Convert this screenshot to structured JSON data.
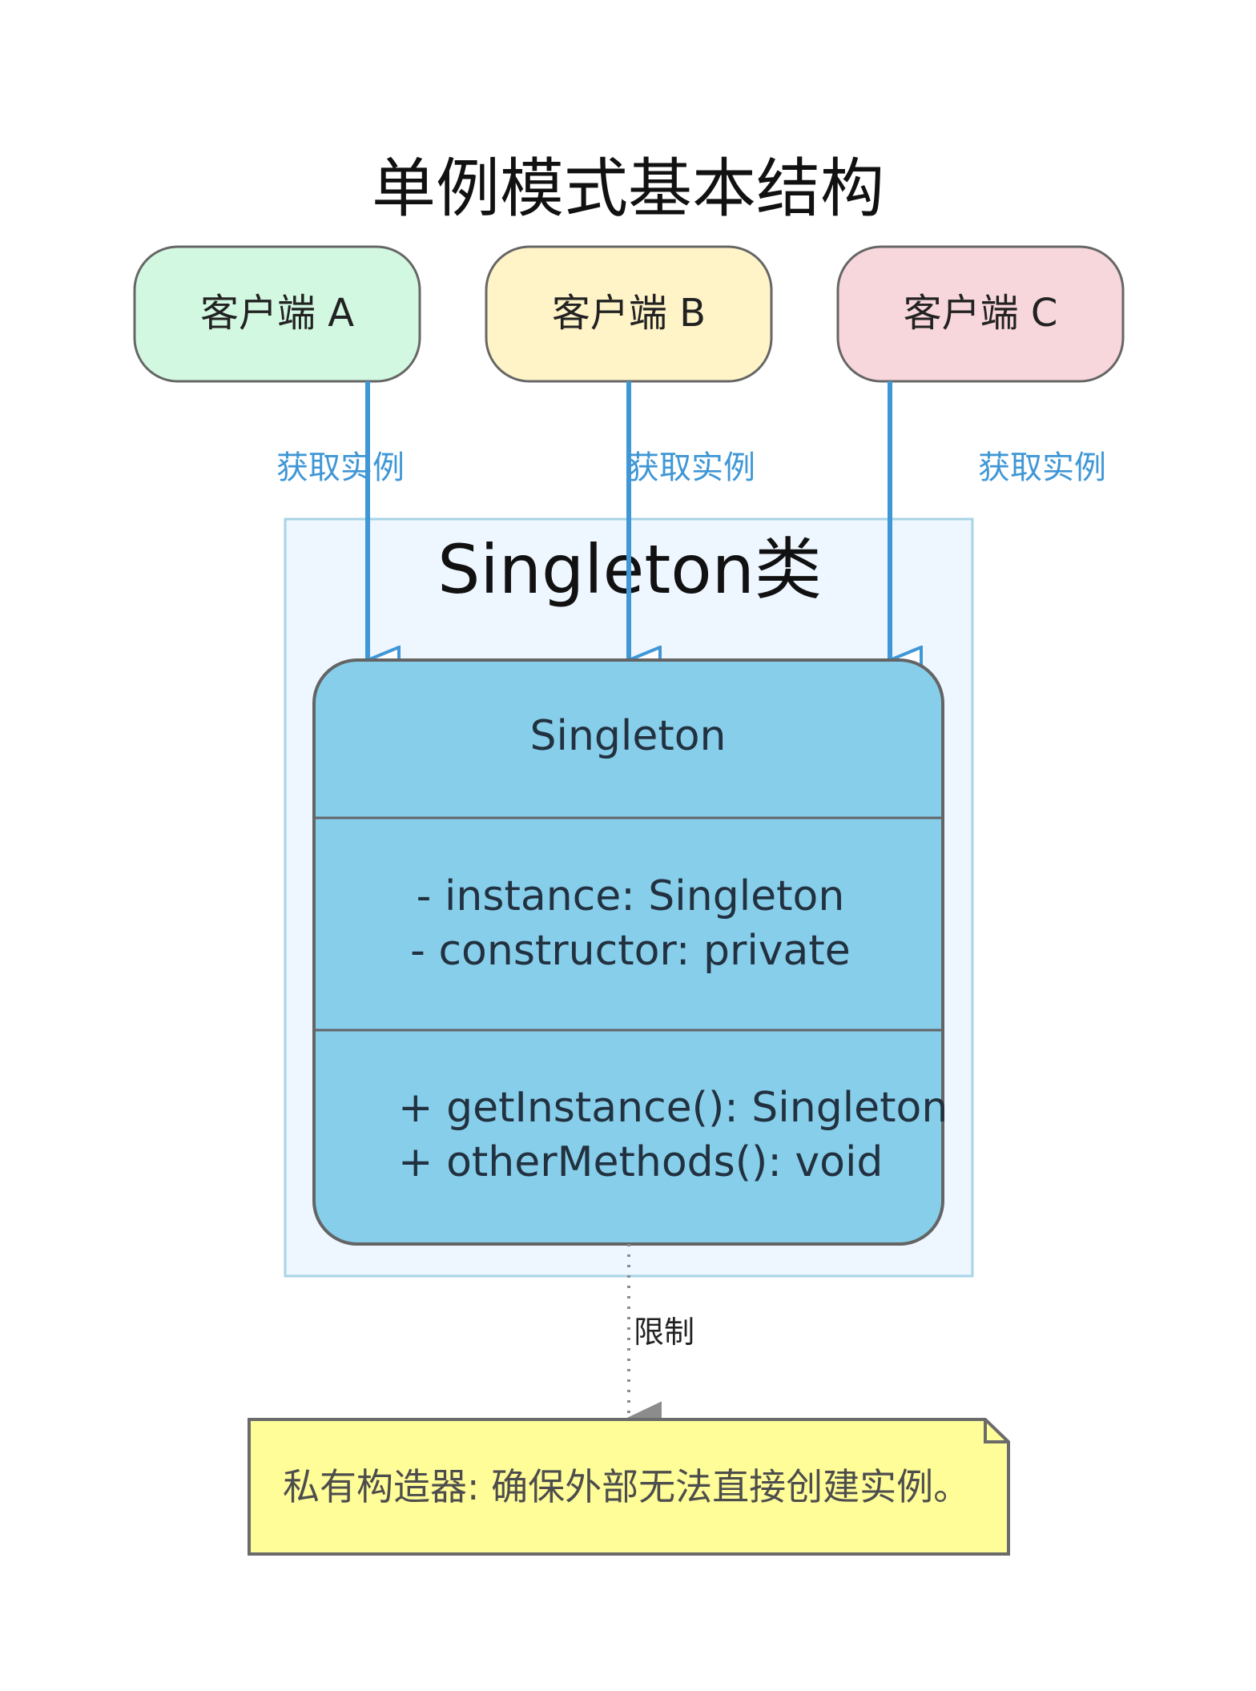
{
  "title": "单例模式基本结构",
  "clients": [
    {
      "label": "客户端 A",
      "fill": "#d3f8e2"
    },
    {
      "label": "客户端 B",
      "fill": "#fff4c7"
    },
    {
      "label": "客户端 C",
      "fill": "#f8d7dc"
    }
  ],
  "client_edge_label": "获取实例",
  "group": {
    "title": "Singleton类",
    "fill": "#eef6ff",
    "stroke": "#a7d4e6"
  },
  "class_box": {
    "name": "Singleton",
    "attributes": [
      "- instance: Singleton",
      "- constructor: private"
    ],
    "methods": [
      "+ getInstance(): Singleton",
      "+ otherMethods(): void"
    ],
    "fill": "#87ceeb",
    "stroke": "#646464"
  },
  "restriction": {
    "label": "限制"
  },
  "note": {
    "text": "私有构造器: 确保外部无法直接创建实例。",
    "fill": "#fffd98",
    "stroke": "#6b6b6b"
  },
  "colors": {
    "edge_blue": "#3f97d6",
    "dotted_gray": "#8c8c8c",
    "title_black": "#111111"
  }
}
